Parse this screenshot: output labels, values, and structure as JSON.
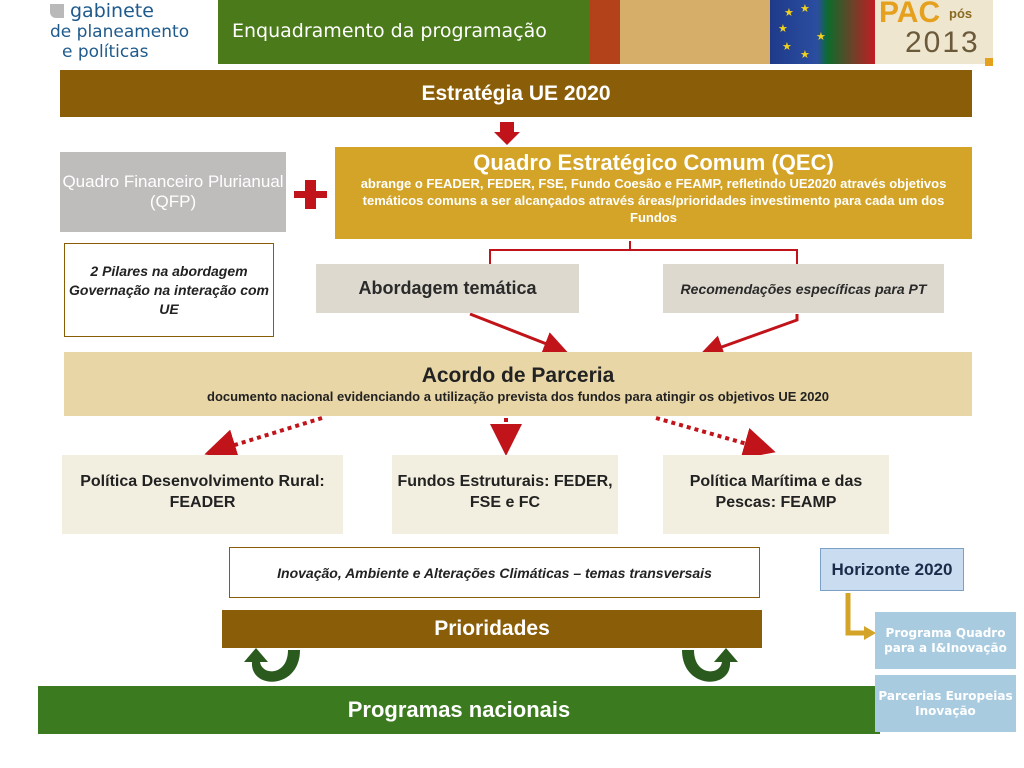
{
  "header": {
    "logo_line1": "gabinete",
    "logo_line2": "de planeamento",
    "logo_line3": "e políticas",
    "title": "Enquadramento da programação",
    "pac_text": "PAC",
    "pos_text": "pós",
    "year_text": "2013"
  },
  "diagram": {
    "estrategia": "Estratégia UE 2020",
    "qfp": "Quadro Financeiro Plurianual (QFP)",
    "qec_title": "Quadro Estratégico Comum (QEC)",
    "qec_subtitle": "abrange o FEADER, FEDER, FSE, Fundo Coesão e FEAMP, refletindo UE2020 através objetivos temáticos comuns a ser alcançados através áreas/prioridades investimento para cada um dos Fundos",
    "pilares": "2 Pilares na abordagem Governação na interação com UE",
    "abordagem": "Abordagem temática",
    "recomendacoes": "Recomendações específicas para PT",
    "acordo_title": "Acordo de Parceria",
    "acordo_subtitle": "documento nacional evidenciando a utilização prevista dos fundos para atingir os objetivos UE 2020",
    "politica_rural": "Política Desenvolvimento Rural: FEADER",
    "fundos_estruturais": "Fundos Estruturais: FEDER, FSE e FC",
    "politica_maritima": "Política Marítima e das Pescas: FEAMP",
    "inovacao": "Inovação, Ambiente e Alterações Climáticas – temas transversais",
    "prioridades": "Prioridades",
    "programas": "Programas nacionais",
    "horizonte": "Horizonte 2020",
    "programa_quadro": "Programa Quadro para a I&Inovação",
    "parcerias": "Parcerias Europeias Inovação"
  },
  "colors": {
    "brown": "#8a5d08",
    "gold": "#d3a427",
    "green": "#3b7a1e",
    "arrow_red": "#c0141a",
    "cream": "#f3efe0",
    "light_blue": "#a9cbe0"
  },
  "icons": {
    "plus": "red-plus-icon",
    "down_arrow": "down-arrow-icon",
    "cycle_arrows": "cycle-arrow-icon"
  }
}
